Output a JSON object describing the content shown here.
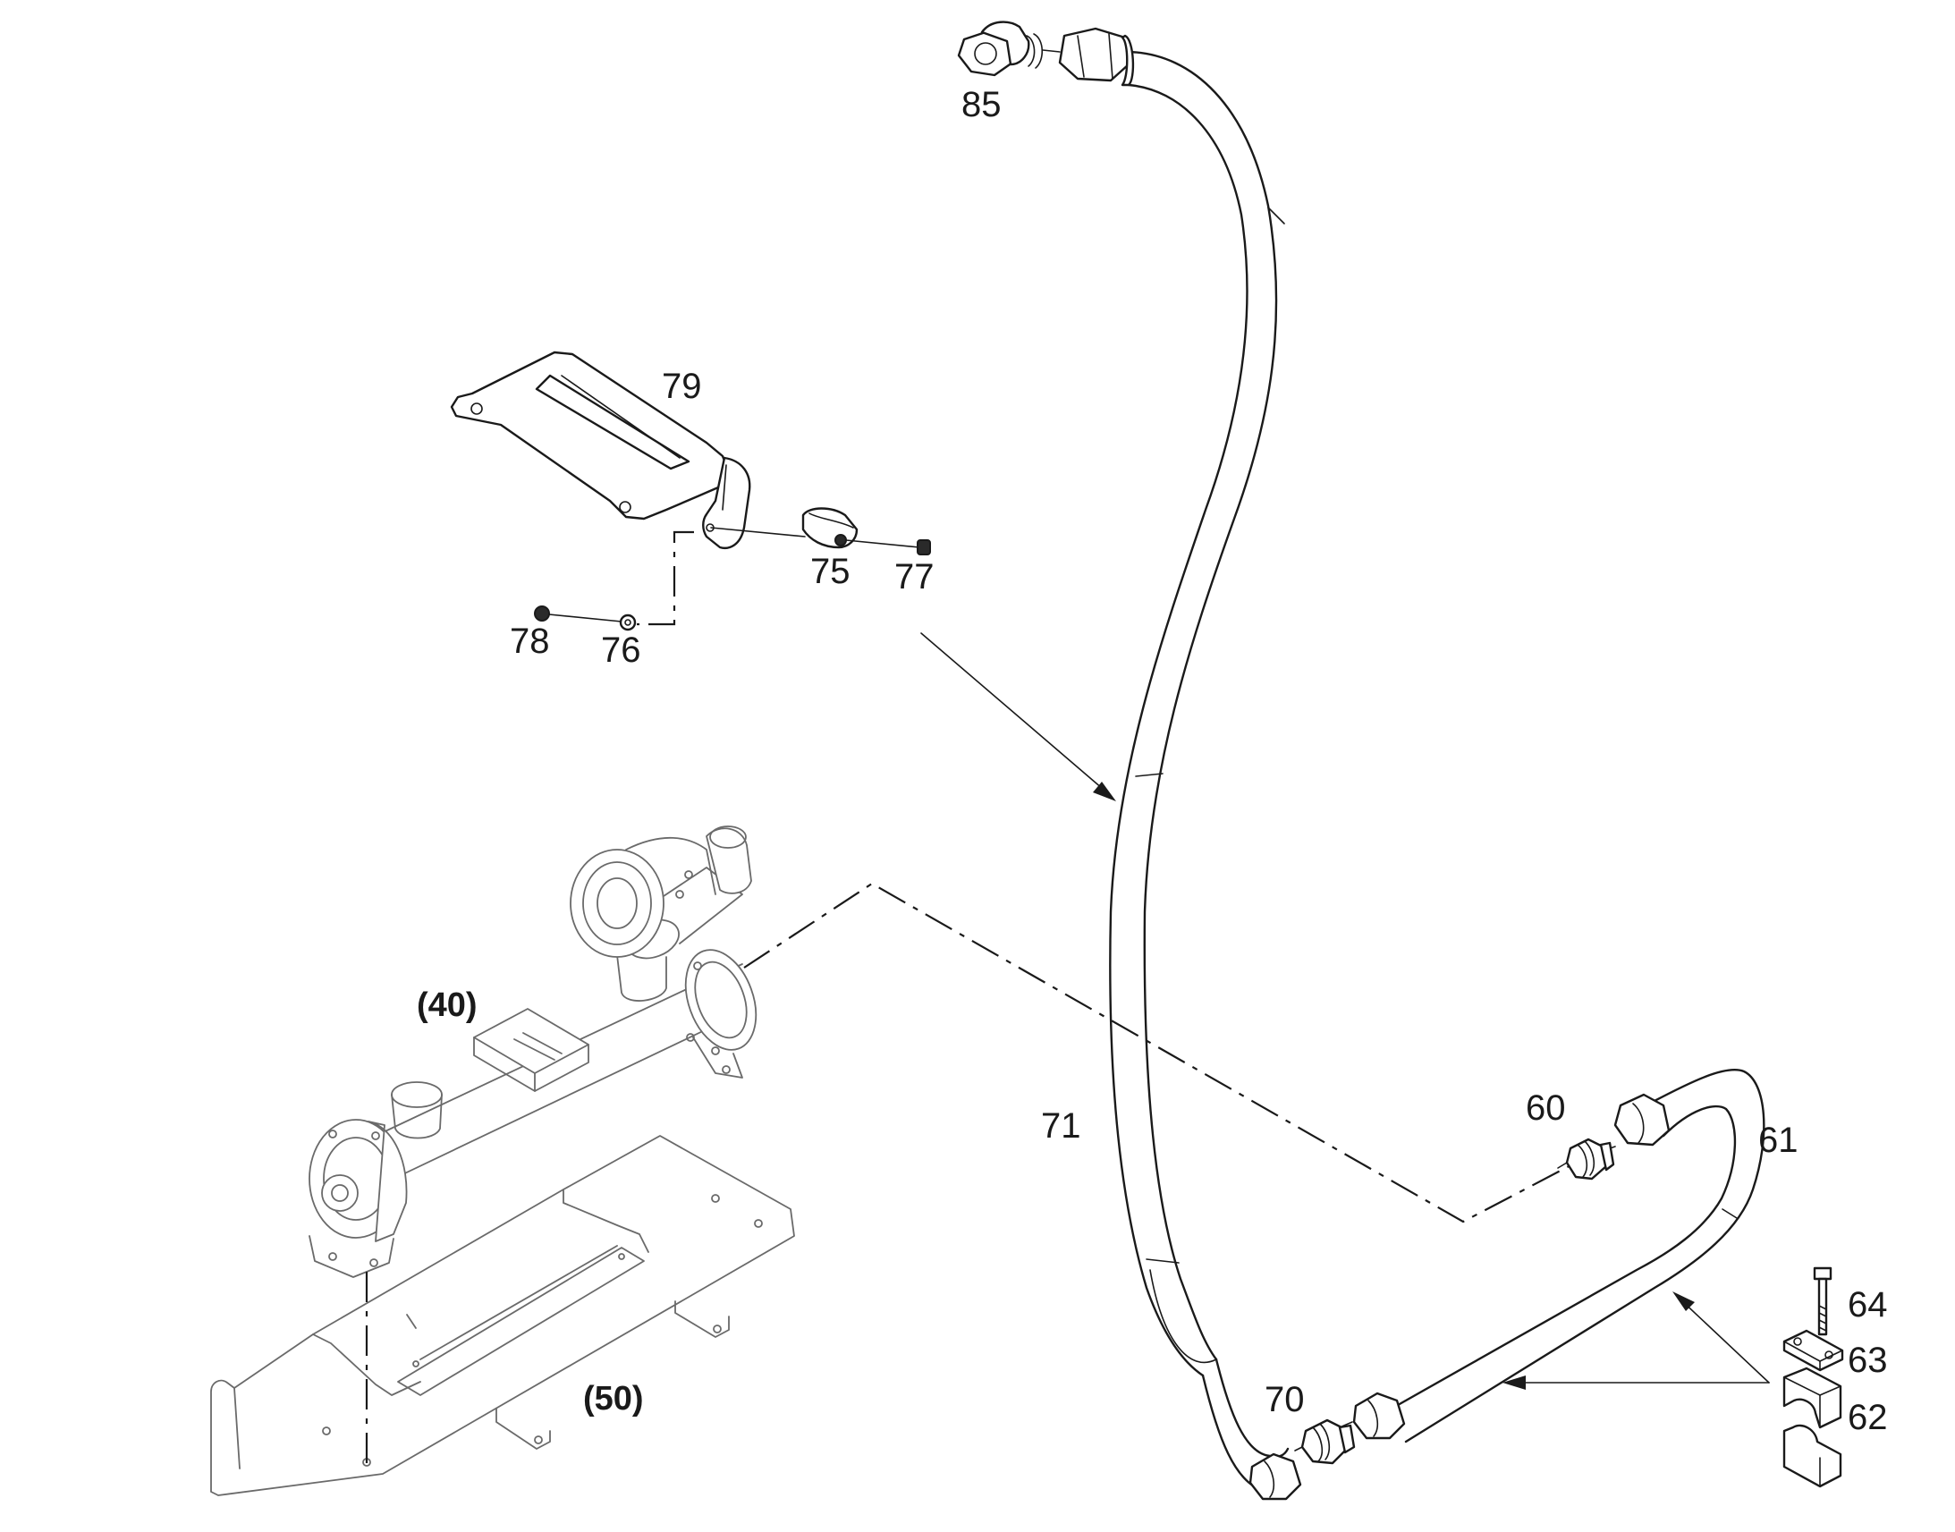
{
  "diagram": {
    "labels": {
      "p85": "85",
      "p79": "79",
      "p75": "75",
      "p77": "77",
      "p78": "78",
      "p76": "76",
      "p40": "(40)",
      "p50": "(50)",
      "p71": "71",
      "p60": "60",
      "p61": "61",
      "p70": "70",
      "p64": "64",
      "p63": "63",
      "p62": "62"
    }
  }
}
